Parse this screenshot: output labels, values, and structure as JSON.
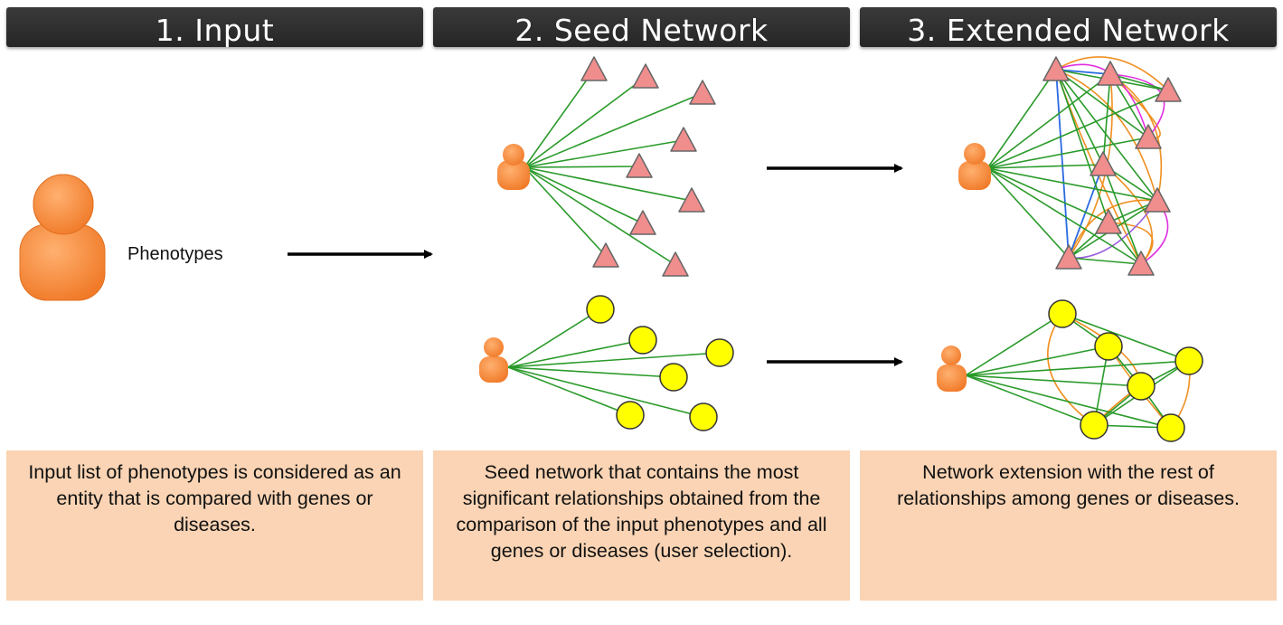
{
  "headers": [
    "1. Input",
    "2. Seed Network",
    "3. Extended Network"
  ],
  "input_label": "Phenotypes",
  "descriptions": [
    "Input list of phenotypes is considered as an entity that is compared with genes or diseases.",
    "Seed network that contains the most significant relationships obtained from the comparison of the input phenotypes and all genes or diseases (user selection).",
    "Network extension with the rest of relationships among genes or diseases."
  ],
  "colors": {
    "header_bg": "#2e2e2e",
    "description_bg": "#fad4b4",
    "person": "#f9893a",
    "triangle_node": "#f08d8d",
    "circle_node": "#ffff00",
    "seed_edge": "#2a9a2a",
    "extra_edge_orange": "#f09020",
    "extra_edge_blue": "#2a6ae0",
    "extra_edge_magenta": "#e030e0",
    "extra_edge_purple": "#9a60e0"
  }
}
